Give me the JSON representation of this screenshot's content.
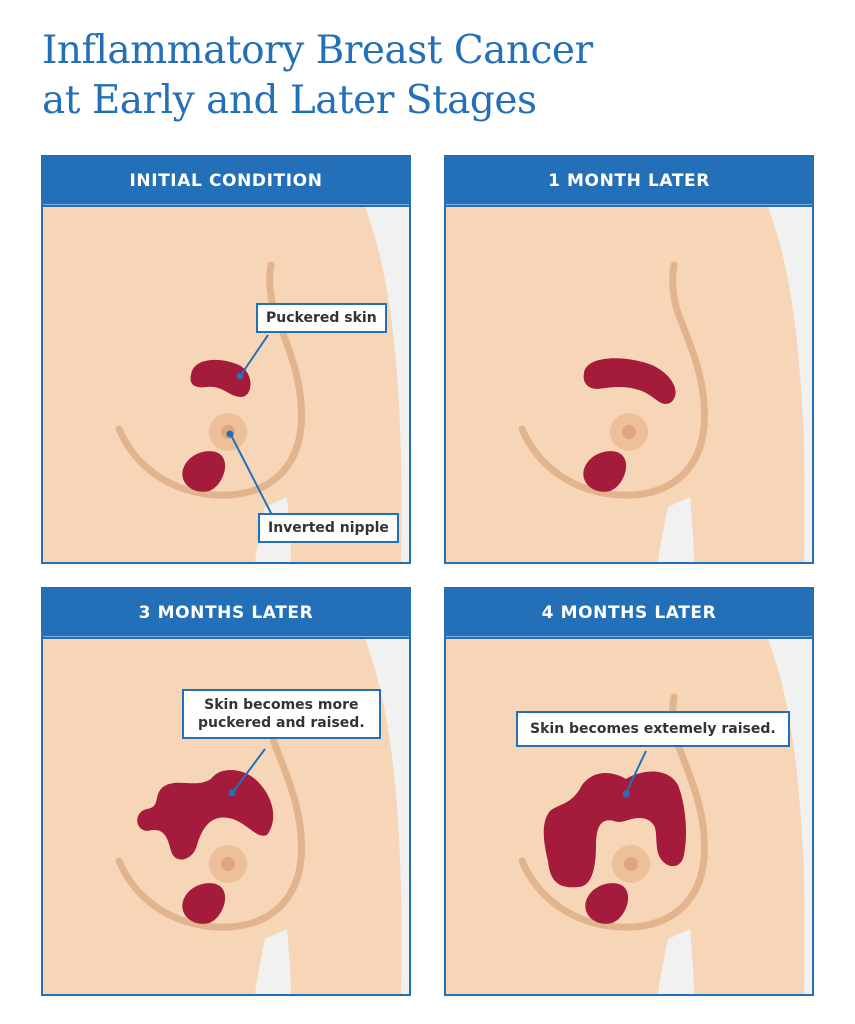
{
  "title": {
    "line1": "Inflammatory Breast Cancer",
    "line2": "at Early and Later Stages"
  },
  "colors": {
    "brand_blue": "#2470b8",
    "skin": "#f7d6b8",
    "skin_shadow": "#e2b48e",
    "areola": "#edc09a",
    "nipple": "#dfa67d",
    "lesion": "#a51b3b",
    "background_gap": "#f1f1f1",
    "callout_text": "#333333"
  },
  "panels": [
    {
      "stage": "INITIAL CONDITION",
      "callouts": [
        {
          "label": "Puckered skin",
          "points_to": "upper lesion"
        },
        {
          "label": "Inverted nipple",
          "points_to": "nipple"
        }
      ]
    },
    {
      "stage": "1 MONTH LATER",
      "callouts": []
    },
    {
      "stage": "3 MONTHS LATER",
      "callouts": [
        {
          "label_line1": "Skin becomes more",
          "label_line2": "puckered and raised.",
          "points_to": "upper lesion"
        }
      ]
    },
    {
      "stage": "4 MONTHS LATER",
      "callouts": [
        {
          "label": "Skin becomes extemely raised.",
          "points_to": "upper lesion"
        }
      ]
    }
  ]
}
